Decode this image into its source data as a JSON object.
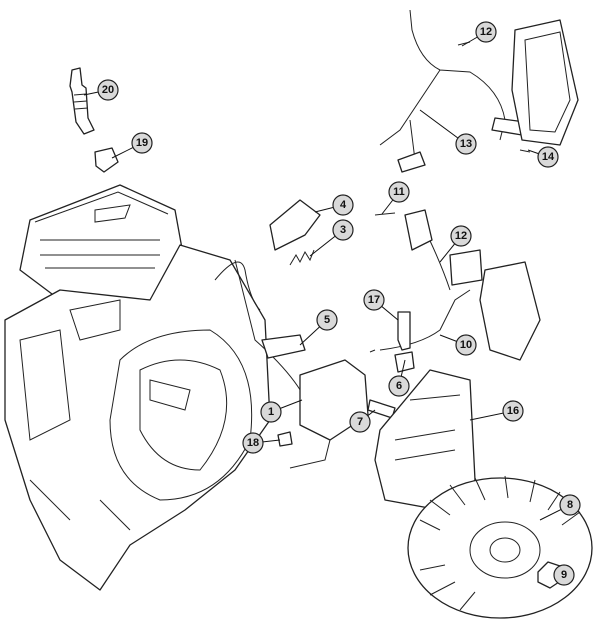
{
  "diagram": {
    "title": "Ignition system exploded parts view",
    "callouts": [
      "20",
      "19",
      "12",
      "13",
      "14",
      "11",
      "4",
      "3",
      "12",
      "5",
      "17",
      "10",
      "6",
      "1",
      "7",
      "16",
      "18",
      "8",
      "9"
    ]
  }
}
